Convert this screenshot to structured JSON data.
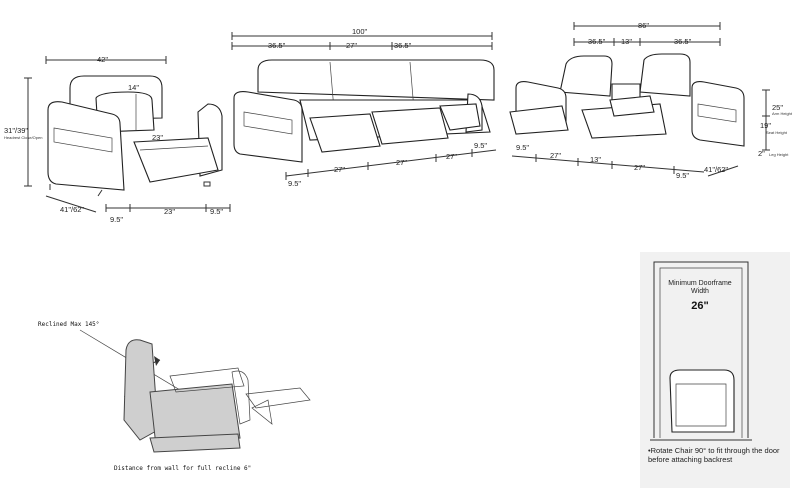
{
  "chair_dims": {
    "width": "42\"",
    "back_height": "14\"",
    "seat_depth": "23\"",
    "height": "31\"/39\"",
    "height_note": "Headrest Close/Open",
    "depth": "41\"/62\"",
    "arm_left": "9.5\"",
    "seat_width": "23\"",
    "arm_right": "9.5\""
  },
  "sofa_dims": {
    "total": "100\"",
    "left": "36.5\"",
    "mid": "27\"",
    "right": "36.5\"",
    "arm_left": "9.5\"",
    "seat1": "27\"",
    "seat2": "27\"",
    "seat3": "27\"",
    "arm_right": "9.5\""
  },
  "loveseat_dims": {
    "total": "86\"",
    "left": "36.5\"",
    "console": "13\"",
    "right": "36.5\"",
    "arm_left": "9.5\"",
    "seat1": "27\"",
    "console_bottom": "13\"",
    "seat2": "27\"",
    "arm_right": "9.5\"",
    "depth": "41\"/62\"",
    "arm_height": "25\"",
    "arm_height_label": "Arm Height",
    "seat_height": "19\"",
    "seat_height_label": "Seat Height",
    "leg_height": "2\"",
    "leg_height_label": "Leg Height"
  },
  "recline": {
    "angle_label": "Reclined Max 145°",
    "distance_label": "Distance from wall for full recline 6\""
  },
  "door": {
    "title": "Minimum Doorframe Width",
    "width": "26\"",
    "note": "•Rotate Chair 90° to fit through the door before attaching backrest"
  }
}
